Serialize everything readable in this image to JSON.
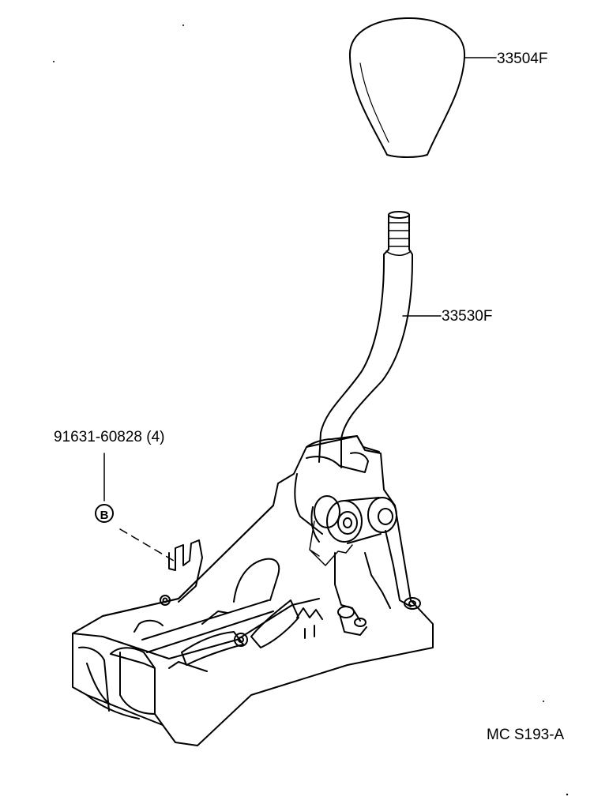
{
  "labels": {
    "knob": "33504F",
    "lever": "33530F",
    "bolt": "91631-60828 (4)",
    "bolt_callout": "B",
    "drawing_code": "MC S193-A"
  }
}
